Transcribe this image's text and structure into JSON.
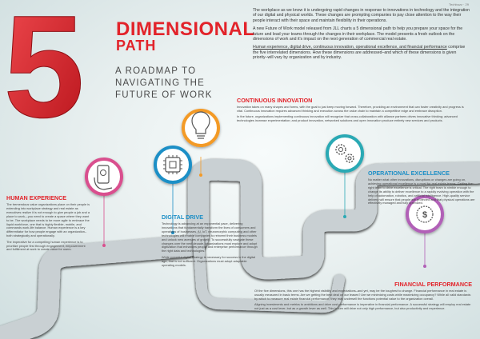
{
  "page_number": "Techbuzz · 29",
  "title": {
    "number": "5",
    "line1": "DIMENSIONAL",
    "line2": "PATH",
    "subtitle": "A ROADMAP TO NAVIGATING THE FUTURE OF WORK"
  },
  "intro": {
    "p1": "The workplace as we know it is undergoing rapid changes in response to innovations in technology and the integration of our digital and physical worlds. These changes are prompting companies to pay close attention to the way their people interact with their space and maintain flexibility in their operations.",
    "p2": "A new Future of Work model released from JLL charts a 5 dimensional path to help you prepare your space for the future and lead your teams through the changes in their workplace. The model presents a fresh outlook on the dimensions of work and it's impact on the next generation of commercial real estate.",
    "p3_a": "Human experience, digital drive, continuous innovation, operational excellence, and financial performance",
    "p3_b": " comprise the five interrelated dimensions. How these dimensions are addressed–and which of these dimensions is given priority–will vary by organization and by industry."
  },
  "sections": {
    "continuous_innovation": {
      "heading": "CONTINUOUS INNOVATION",
      "p1": "Innovation takes on many shapes and forms, with the goal to just keep moving forward. Therefore, providing an environment that can foster creativity and progress is vital. Continuous innovation requires advanced thinking and execution across the value chain to maintain a competitive edge and embrace disruption.",
      "p2": "In the future, organizations implementing continuous innovation will recognize that cross-collaboration with alliance partners drives innovative thinking; advanced technologies increase experimentation; and product innovation, networked solutions and open innovation produce entirely new services and products."
    },
    "human_experience": {
      "heading": "HUMAN EXPERIENCE",
      "p1": "The tremendous value organizations place on their people is extending into workplace strategy and real estate as executives realize it is not enough to give people a job and a place to work—you need to create a space where they want to be. The workplace needs to be more agile to embrace the liquid workforce, one that is highly flexible, mobile, and commands work-life balance. Human experience is a key differentiator for how people engage with an organization–both strategically and operationally.",
      "p2": "The imperative for a compelling human experience is to prioritize people first through engagement, empowerment and fulfillment at work to create value for users."
    },
    "operational_excellence": {
      "heading": "OPERATIONAL EXCELLENCE",
      "p1": "No matter what other innovations, disruptions or changes are going on, achieving operational excellence is a must for real estate teams. Getting the right team to drive excellence is critical. The right team is nimble enough to change its ability to deliver excellence to a rapidly evolving operation with the help of automation, robotics, and artificial intelligence. High-quality service delivery will ensure that people are protected and that physical operations are effectively managed and fully optimized."
    },
    "digital_drive": {
      "heading": "DIGITAL DRIVE",
      "p1": "Technology is advancing at an exponential pace, delivering innovations that fundamentally transform the lives of consumers and operations of businesses. AI, IoT, neuromorphic computing and other technologies will enable companies to reinvent their business models and unlock new avenues of growth. To successfully navigate these changes over the next decade, organizations must explore and adopt digitization that enhances people and enterprise performance through the right data and technologies.",
      "p2": "While powerful digital strategy is necessary for success in the digital age, that is not sufficient. Organizations must adopt adaptable operating models."
    },
    "financial_performance": {
      "heading": "FINANCIAL PERFORMANCE",
      "p1": "Of the five dimensions, this one has the highest visibility and expectations–and yet, may be the toughest to change. Financial performance in real estate is usually measured in basic terms. Are we getting the best deal on our leases? Are we minimizing costs while maximizing occupancy? While all valid standards by which to measure real estate financial performance, they may undersell the functions potential value to the organization overall.",
      "p2": "Aligning investments and metrics to ambitions and drive cost performance is imperative in financial performance. A successful strategy will employ real estate not just as a cost lever, but as a growth lever as well. This in turn will drive not only high performance, but also productivity and experience."
    }
  },
  "icons": {
    "lightbulb": "lightbulb-icon",
    "human": "hand-device-icon",
    "operational": "gears-icon",
    "digital": "chip-icon",
    "financial": "dollar-coin-icon"
  },
  "colors": {
    "red": "#e2232a",
    "blue": "#1d8fc6",
    "road": "#4a4f54",
    "curb": "#d8dee0",
    "pin_pink": "#d94f8e",
    "pin_orange": "#f39a28",
    "pin_teal": "#2aa9b4",
    "pin_blue": "#1d8fc6",
    "pin_purple": "#b160b7"
  }
}
